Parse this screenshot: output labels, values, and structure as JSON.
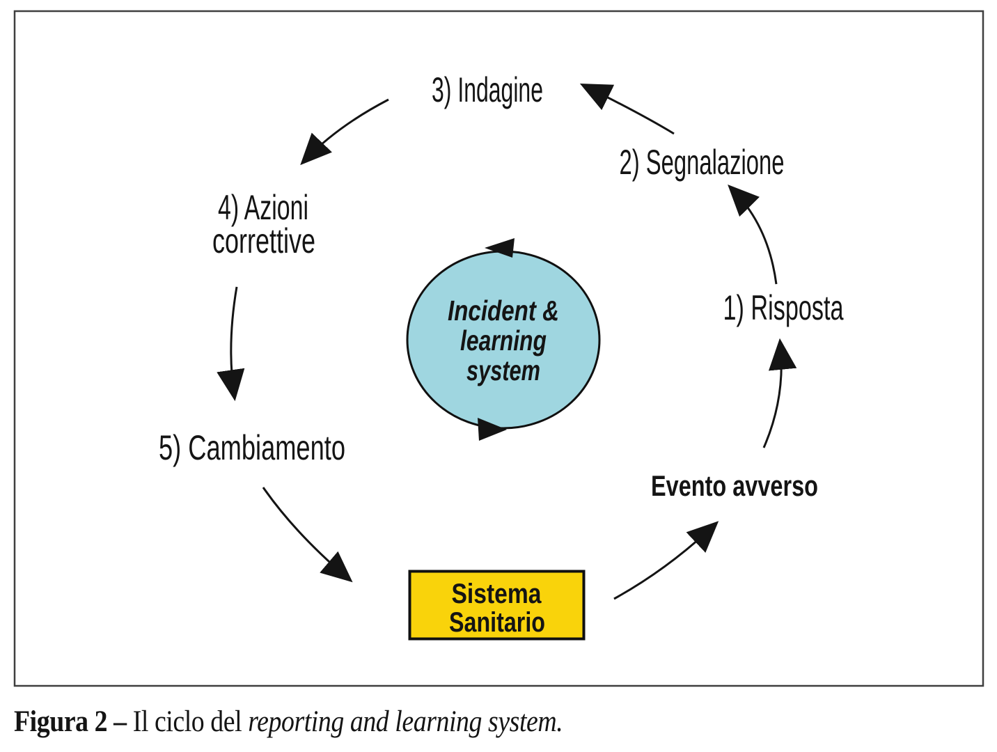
{
  "figure": {
    "caption_prefix": "Figura 2 –",
    "caption_mid": " Il ciclo del ",
    "caption_italic": "reporting and learning system."
  },
  "diagram": {
    "center_circle": {
      "line1": "Incident &",
      "line2": "learning",
      "line3": "system"
    },
    "steps": {
      "risposta": "1) Risposta",
      "segnalazione": "2) Segnalazione",
      "indagine": "3) Indagine",
      "azioni_line1": "4) Azioni",
      "azioni_line2": "correttive",
      "cambiamento": "5) Cambiamento"
    },
    "evento_avverso": "Evento avverso",
    "sistema_line1": "Sistema",
    "sistema_line2": "Sanitario",
    "colors": {
      "circle_fill": "#9fd6e0",
      "box_fill": "#f9d30b",
      "ink": "#141414"
    }
  }
}
